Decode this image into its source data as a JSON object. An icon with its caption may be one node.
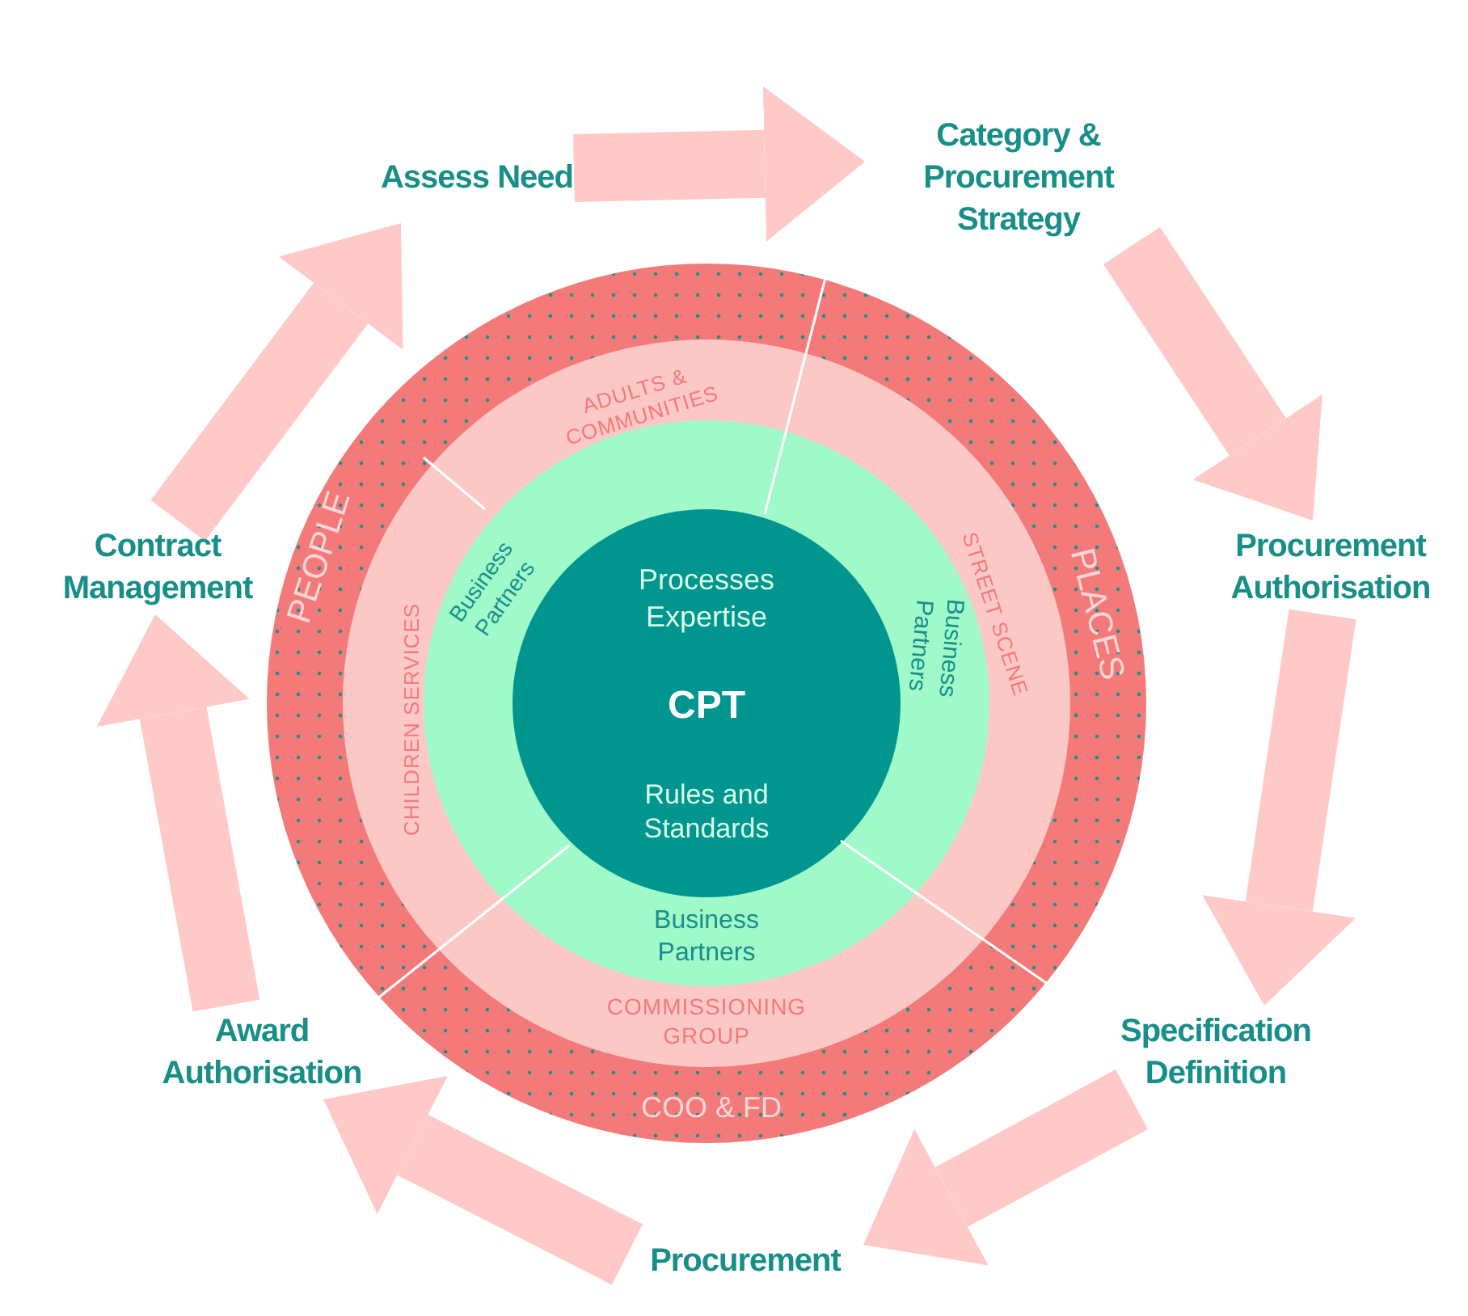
{
  "diagram": {
    "nodes": [
      {
        "text": [
          "Assess Need"
        ]
      },
      {
        "text": [
          "Category & Procurement Strategy"
        ]
      },
      {
        "text": [
          "Procurement Authorisation"
        ]
      },
      {
        "text": [
          "Specification Definition"
        ]
      },
      {
        "text": [
          "Procurement"
        ]
      },
      {
        "text": [
          "Award Authorisation"
        ]
      },
      {
        "text": [
          "Contract Management"
        ]
      },
      {
        "text": [
          "PEOPLE",
          "PLACES",
          "COO & FD"
        ]
      },
      {
        "text": [
          "ADULTS & COMMUNITIES",
          "STREET SCENE",
          "COMMISSIONING GROUP",
          "CHILDREN SERVICES"
        ],
        "in": 7
      },
      {
        "text": [
          "Business Partners",
          "Business Partners",
          "Business Partners"
        ],
        "in": 8
      },
      {
        "text": [
          "Processes Expertise",
          "CPT",
          "Rules and Standards"
        ],
        "in": 9
      }
    ],
    "edges": [
      {
        "from": 0,
        "to": 1,
        "arrow": "to"
      },
      {
        "from": 1,
        "to": 2,
        "arrow": "to"
      },
      {
        "from": 2,
        "to": 3,
        "arrow": "to"
      },
      {
        "from": 3,
        "to": 4,
        "arrow": "to"
      },
      {
        "from": 4,
        "to": 5,
        "arrow": "to"
      },
      {
        "from": 5,
        "to": 6,
        "arrow": "to"
      },
      {
        "from": 6,
        "to": 0,
        "arrow": "to"
      }
    ]
  }
}
